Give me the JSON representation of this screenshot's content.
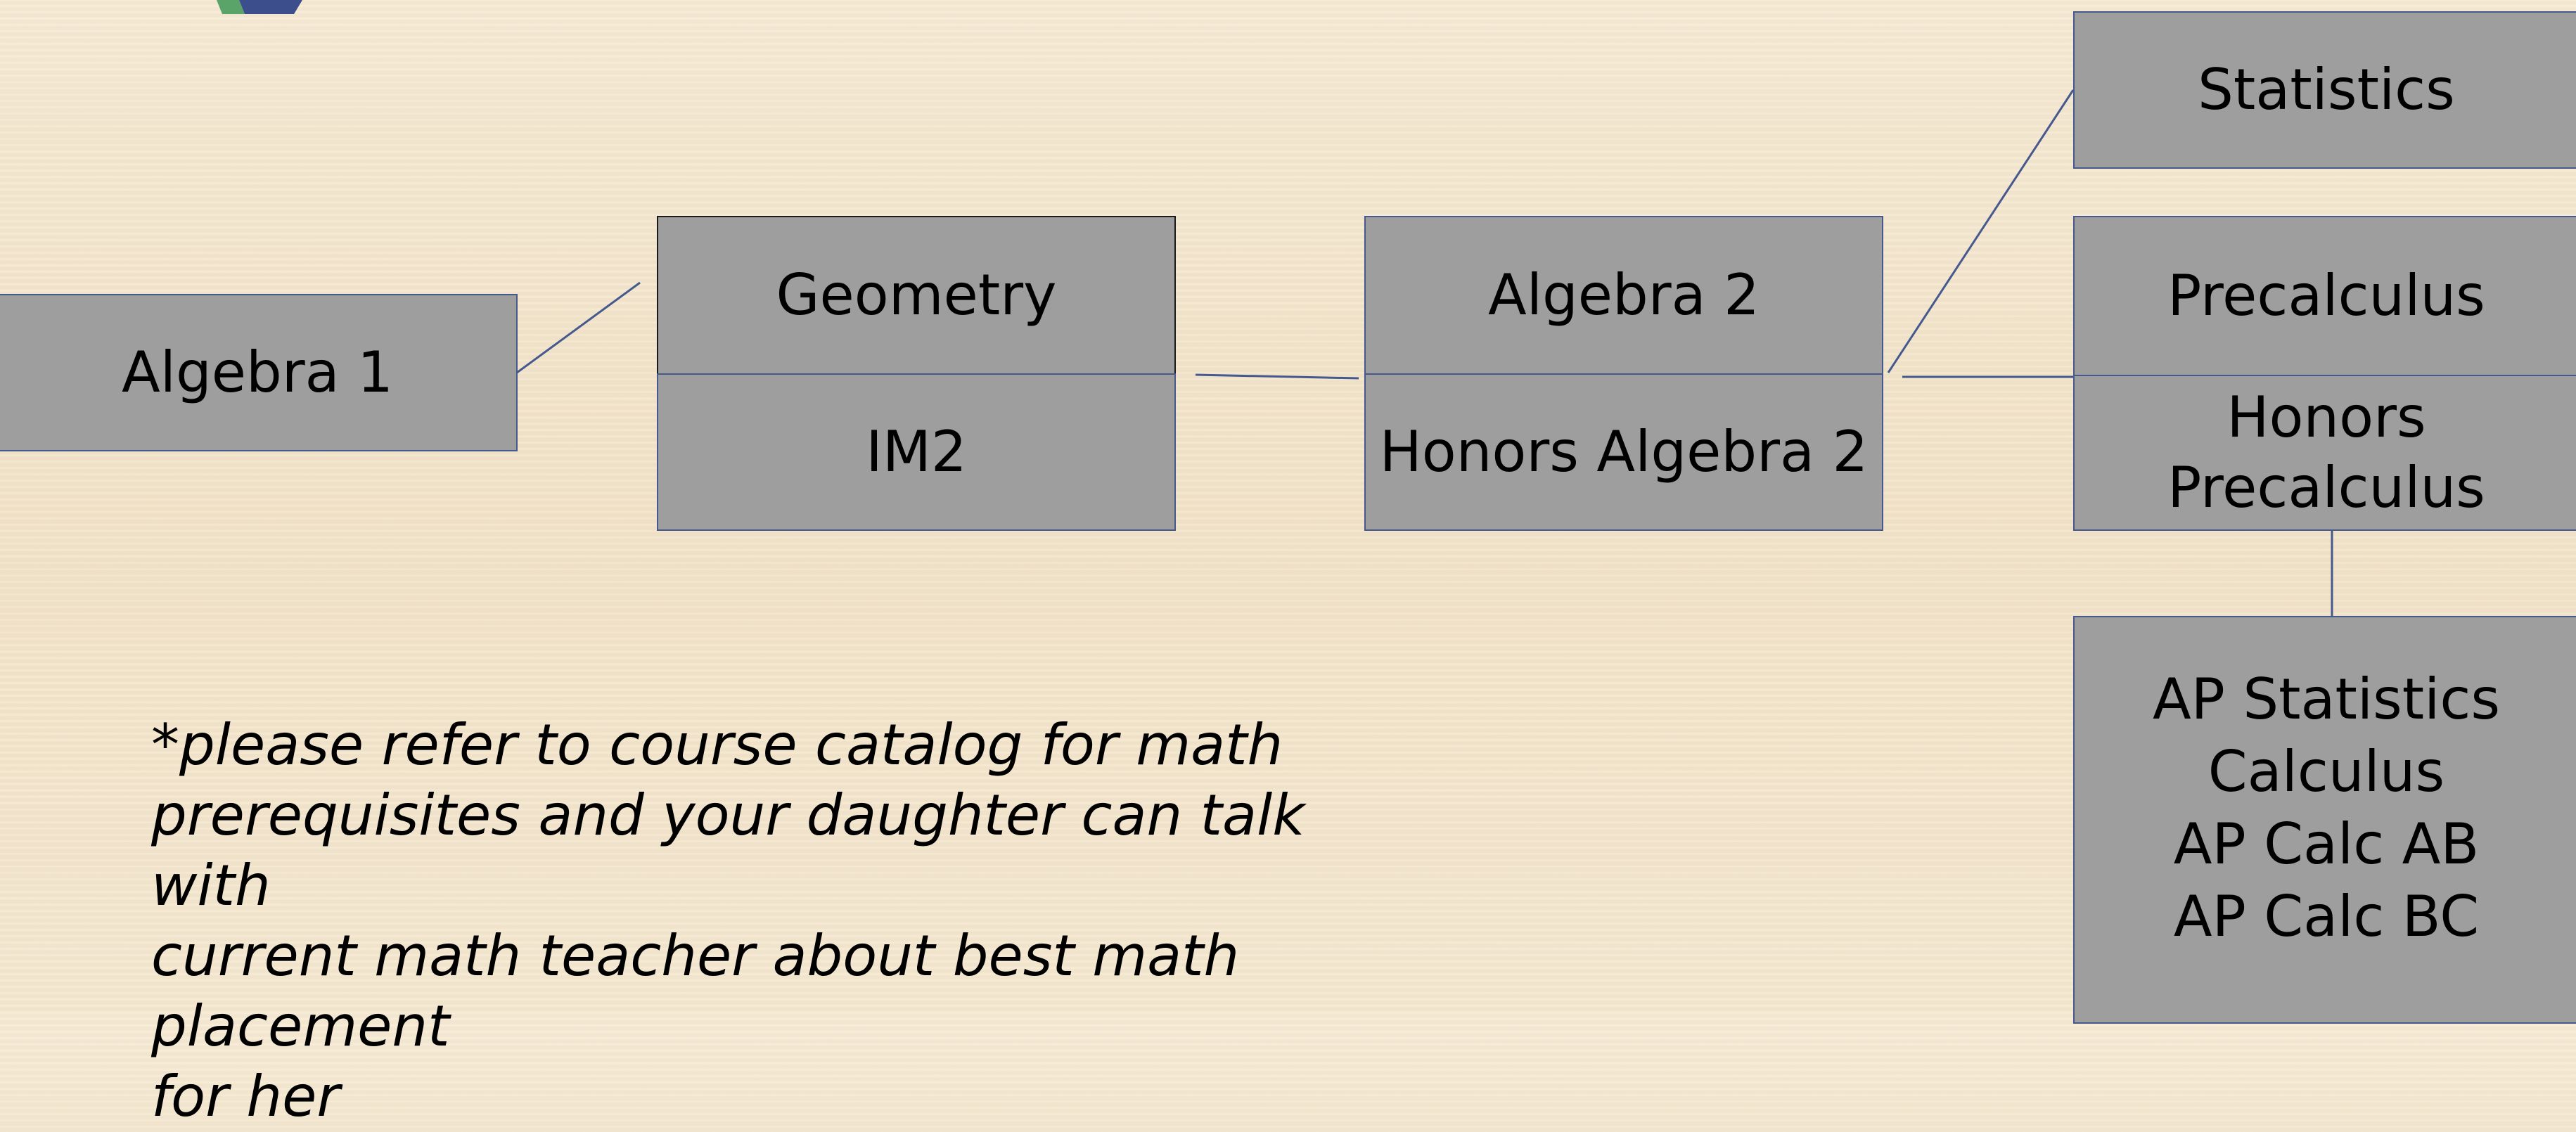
{
  "boxes": {
    "algebra1": "Algebra 1",
    "geometry": "Geometry",
    "im2": "IM2",
    "algebra2": "Algebra 2",
    "honors_algebra2": "Honors Algebra 2",
    "statistics": "Statistics",
    "precalculus": "Precalculus",
    "honors_precalculus": "Honors\nPrecalculus",
    "advanced": "AP Statistics\nCalculus\nAP Calc AB\nAP Calc BC"
  },
  "note": "*please refer to course catalog for math\nprerequisites and your daughter can talk with\ncurrent math teacher about best math placement\nfor her",
  "colors": {
    "box_fill": "#9e9e9e",
    "box_border": "#46598f",
    "background": "#f4e6cd",
    "line": "#46598f"
  },
  "icons": {
    "logo": "school-logo-fragment"
  }
}
